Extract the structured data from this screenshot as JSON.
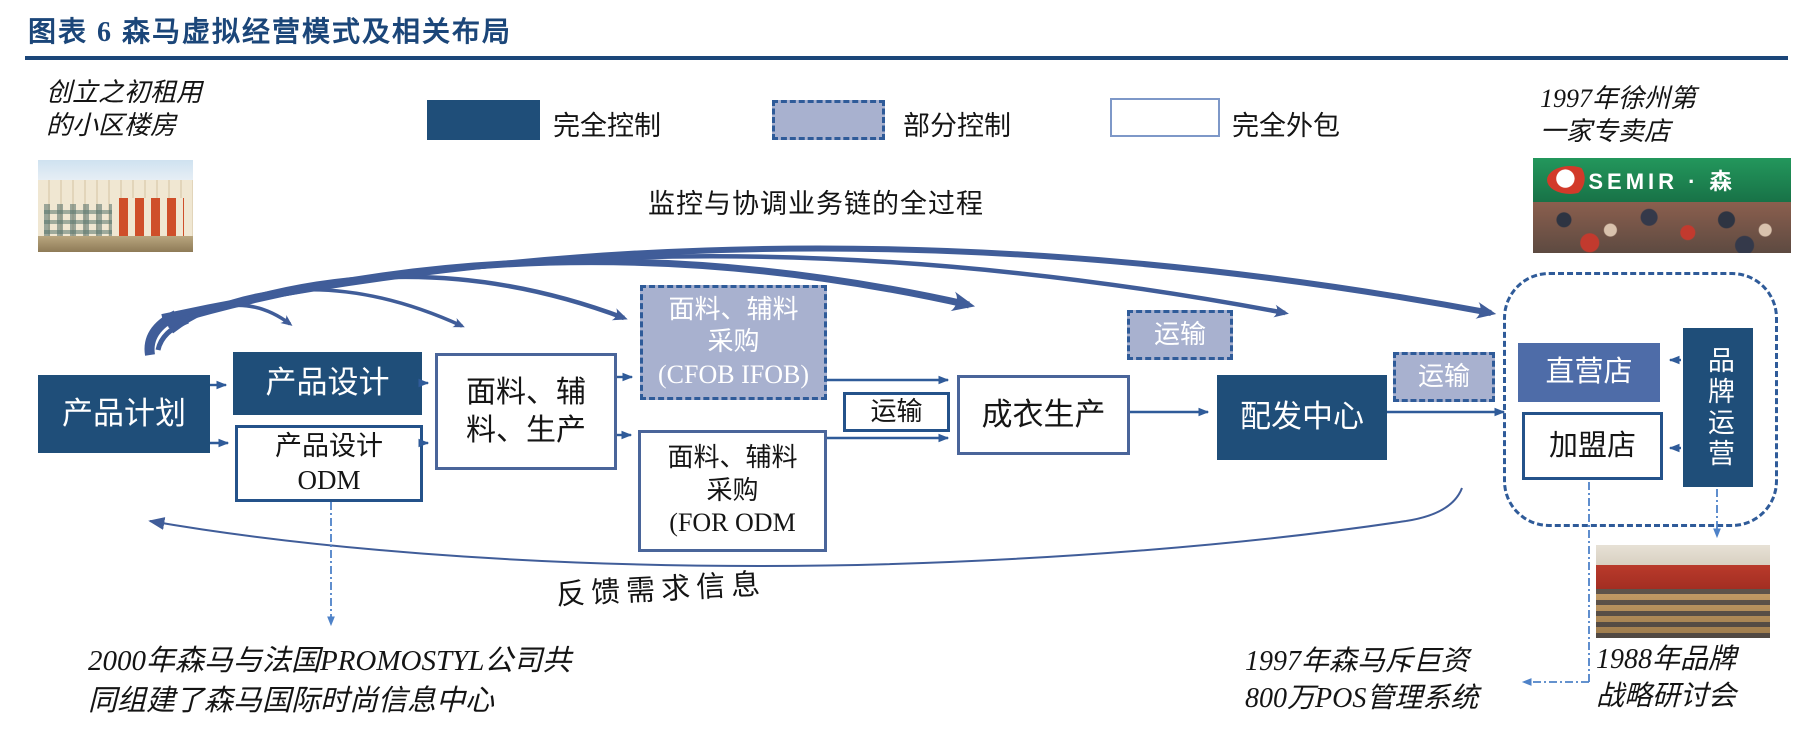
{
  "title": "图表 6  森马虚拟经营模式及相关布局",
  "legend": {
    "full": "完全控制",
    "partial": "部分控制",
    "outsourced": "完全外包"
  },
  "monitor_label": "监控与协调业务链的全过程",
  "feedback_label": "反馈需求信息",
  "annotations": {
    "founding": "创立之初租用\n的小区楼房",
    "first_store": "1997年徐州第\n一家专卖店",
    "promostyl": "2000年森马与法国PROMOSTYL公司共\n同组建了森马国际时尚信息中心",
    "pos_system": "1997年森马斥巨资\n800万POS管理系统",
    "brand_seminar": "1988年品牌\n战略研讨会"
  },
  "nodes": {
    "plan": "产品计划",
    "design": "产品设计",
    "design_odm": "产品设计\nODM",
    "fabric_production": "面料、辅\n料、生产",
    "purchase_cfob": "面料、辅料\n采购\n(CFOB IFOB)",
    "purchase_odm": "面料、辅料\n采购\n(FOR ODM",
    "transport_1": "运输",
    "transport_2": "运输",
    "transport_3": "运输",
    "garment": "成衣生产",
    "distribution": "配发中心",
    "direct_store": "直营店",
    "franchise_store": "加盟店",
    "brand_ops": "品牌运营"
  },
  "photos": {
    "store_sign": "SEMIR · 森"
  },
  "colors": {
    "accent_dark": "#1F4E79",
    "mid_blue": "#4E6CA8",
    "partial_fill": "#A8B1CF",
    "dashed_border": "#2F5B99",
    "arc_arrow": "#405D99",
    "connector": "#4E82C8"
  }
}
